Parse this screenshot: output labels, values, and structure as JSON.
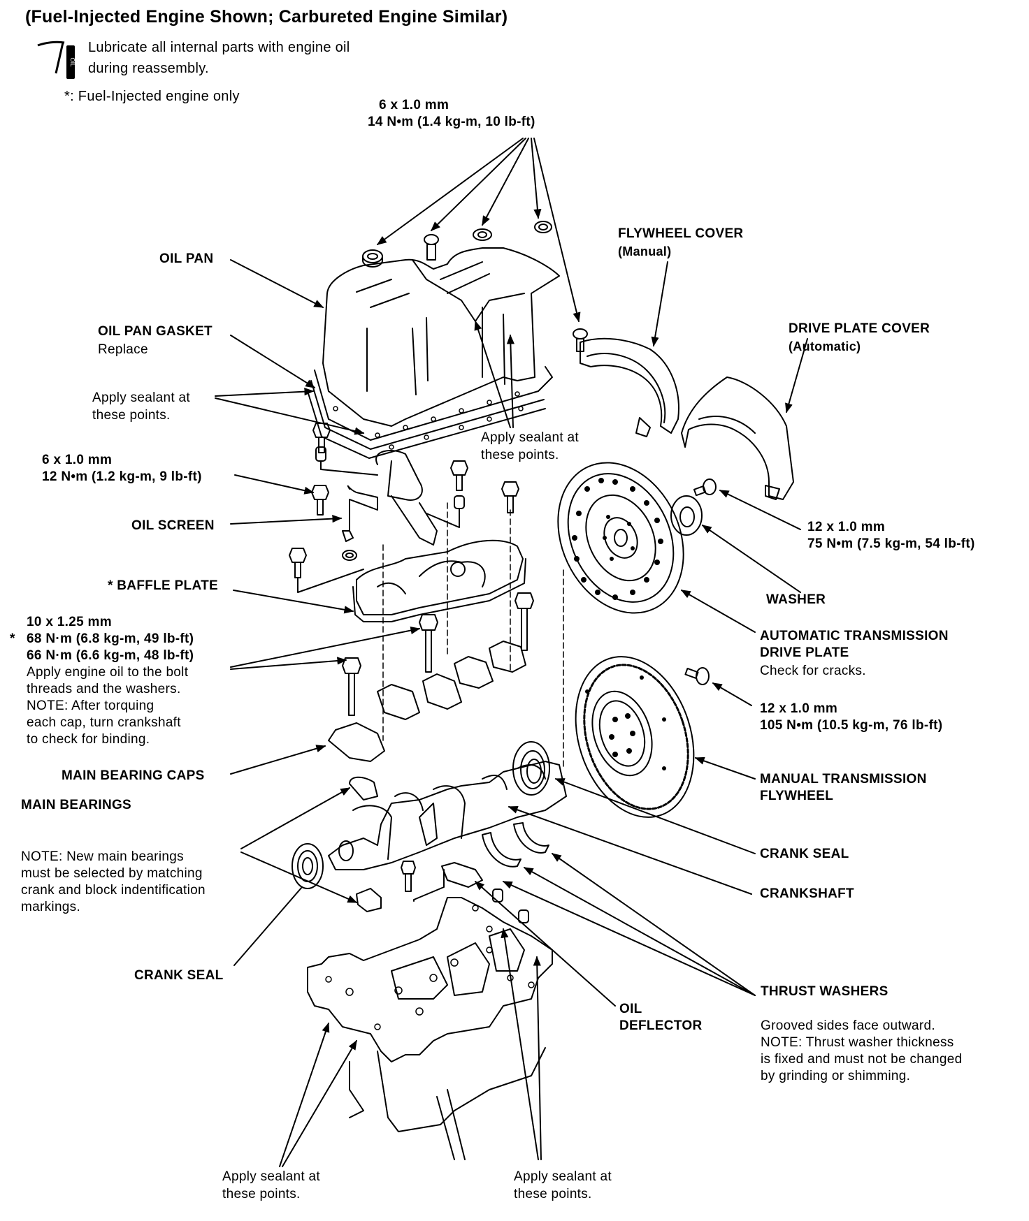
{
  "header": {
    "title": "(Fuel-Injected Engine Shown; Carbureted Engine Similar)",
    "lube_note_line1": "Lubricate all internal parts with engine oil",
    "lube_note_line2": "during reassembly.",
    "oil_icon_text": "OIL",
    "footnote": "*: Fuel-Injected engine only"
  },
  "callouts": {
    "top_bolts": {
      "size": "6 x 1.0 mm",
      "torque": "14 N•m (1.4 kg-m, 10 lb-ft)"
    },
    "oil_pan": "OIL PAN",
    "oil_pan_gasket": {
      "name": "OIL PAN GASKET",
      "note": "Replace"
    },
    "sealant_left": {
      "line1": "Apply sealant at",
      "line2": "these points."
    },
    "sealant_center": {
      "line1": "Apply sealant at",
      "line2": "these points."
    },
    "screen_bolts": {
      "size": "6 x 1.0 mm",
      "torque": "12 N•m (1.2 kg-m, 9 lb-ft)"
    },
    "oil_screen": "OIL SCREEN",
    "baffle_plate": "* BAFFLE PLATE",
    "main_cap_bolts": {
      "size": "10 x 1.25 mm",
      "torque_fi": "68 N·m (6.8 kg-m, 49 lb-ft)",
      "torque_fi_marker": "*",
      "torque_carb": "66 N·m (6.6 kg-m, 48 lb-ft)",
      "note": [
        "Apply engine oil to the bolt",
        "threads and the washers.",
        "NOTE: After torquing",
        "each cap, turn crankshaft",
        "to check for binding."
      ]
    },
    "main_bearing_caps": "MAIN BEARING CAPS",
    "main_bearings": {
      "name": "MAIN BEARINGS",
      "note": [
        "NOTE: New main bearings",
        "must be selected by matching",
        "crank and block indentification",
        "markings."
      ]
    },
    "crank_seal_left": "CRANK SEAL",
    "flywheel_cover": {
      "name": "FLYWHEEL COVER",
      "note": "(Manual)"
    },
    "drive_plate_cover": {
      "name": "DRIVE PLATE COVER",
      "note": "(Automatic)"
    },
    "drive_plate_bolts": {
      "size": "12 x 1.0 mm",
      "torque": "75 N•m (7.5 kg-m, 54 lb-ft)"
    },
    "washer": "WASHER",
    "drive_plate": {
      "name_line1": "AUTOMATIC TRANSMISSION",
      "name_line2": "DRIVE PLATE",
      "note": "Check for cracks."
    },
    "flywheel_bolts": {
      "size": "12 x 1.0 mm",
      "torque": "105 N•m (10.5 kg-m, 76 lb-ft)"
    },
    "flywheel": {
      "name_line1": "MANUAL TRANSMISSION",
      "name_line2": "FLYWHEEL"
    },
    "crank_seal_right": "CRANK SEAL",
    "crankshaft": "CRANKSHAFT",
    "thrust_washers": {
      "name": "THRUST WASHERS",
      "note": [
        "Grooved sides face outward.",
        "NOTE: Thrust washer thickness",
        "is fixed and must not be changed",
        "by grinding or shimming."
      ]
    },
    "oil_deflector": {
      "line1": "OIL",
      "line2": "DEFLECTOR"
    },
    "sealant_bottom_left": {
      "line1": "Apply sealant at",
      "line2": "these points."
    },
    "sealant_bottom_right": {
      "line1": "Apply sealant at",
      "line2": "these points."
    }
  }
}
